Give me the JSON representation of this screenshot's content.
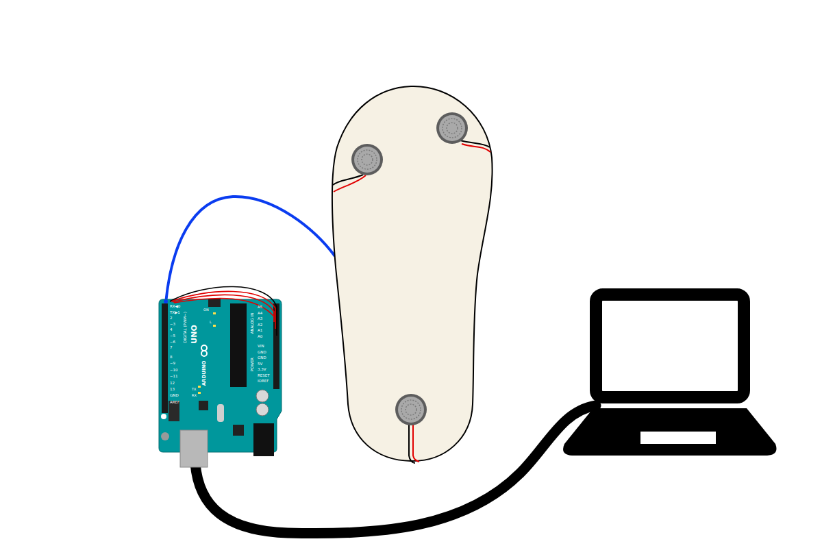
{
  "diagram": {
    "labels": [
      "UNO",
      "ARDUINO",
      "DIGITAL (PWM~)",
      "ANALOG IN",
      "POWER",
      "ON",
      "L",
      "TX",
      "RX",
      "RX◀0",
      "TX▶1",
      "2",
      "~3",
      "4",
      "~5",
      "~6",
      "7",
      "8",
      "~9",
      "~10",
      "~11",
      "12",
      "13",
      "GND",
      "AREF",
      "A5",
      "A4",
      "A3",
      "A2",
      "A1",
      "A0",
      "VIN",
      "GND",
      "GND",
      "5V",
      "3.3V",
      "RESET",
      "IOREF"
    ]
  }
}
